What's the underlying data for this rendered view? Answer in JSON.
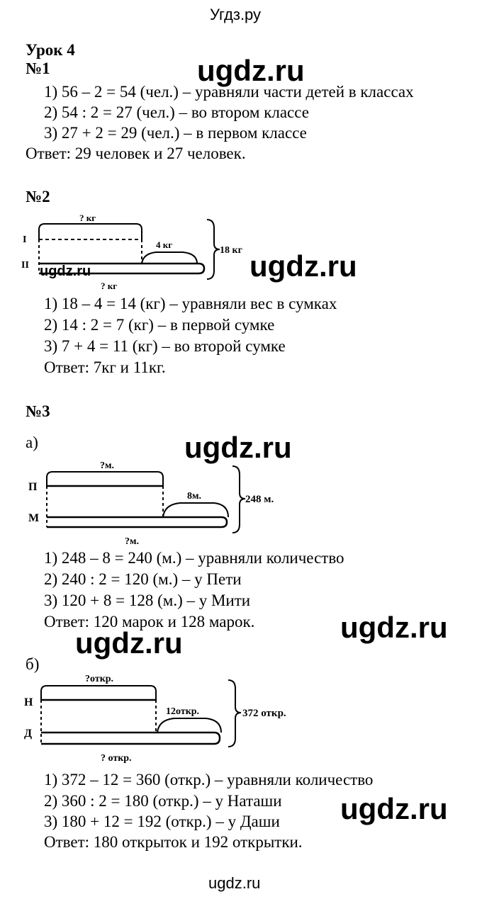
{
  "header": {
    "site": "Угдз.ру"
  },
  "footer": {
    "site": "ugdz.ru"
  },
  "lesson_title": "Урок 4",
  "watermark": "ugdz.ru",
  "task1": {
    "num": "№1",
    "lines": [
      "1) 56 – 2 = 54 (чел.) – уравняли части детей в классах",
      "2) 54 : 2 = 27 (чел.) – во втором классе",
      "3) 27 + 2 = 29 (чел.) – в первом классе"
    ],
    "answer": "Ответ: 29 человек и 27 человек."
  },
  "task2": {
    "num": "№2",
    "diagram": {
      "row1": "I",
      "row2": "II",
      "top_q": "? кг",
      "extra": "4 кг",
      "total": "18 кг",
      "bottom_q": "? кг"
    },
    "lines": [
      "1) 18 – 4 = 14 (кг) – уравняли вес в сумках",
      "2) 14 : 2 = 7 (кг) – в первой сумке",
      "3) 7 + 4 = 11 (кг) – во второй сумке"
    ],
    "answer": "Ответ: 7кг и 11кг."
  },
  "task3": {
    "num": "№3",
    "a": {
      "label": "а)",
      "diagram": {
        "row1": "П",
        "row2": "М",
        "top_q": "?м.",
        "extra": "8м.",
        "total": "248 м.",
        "bottom_q": "?м."
      },
      "lines": [
        "1) 248 – 8 = 240 (м.) – уравняли количество",
        "2) 240 : 2 = 120 (м.) – у Пети",
        "3) 120 + 8 = 128 (м.) – у Мити"
      ],
      "answer": "Ответ: 120 марок и 128 марок."
    },
    "b": {
      "label": "б)",
      "diagram": {
        "row1": "Н",
        "row2": "Д",
        "top_q": "?откр.",
        "extra": "12откр.",
        "total": "372 откр.",
        "bottom_q": "? откр."
      },
      "lines": [
        "1) 372 – 12 = 360 (откр.) – уравняли количество",
        "2) 360 : 2 = 180 (откр.) – у Наташи",
        "3) 180 + 12 = 192 (откр.) – у Даши"
      ],
      "answer": "Ответ: 180 открыток и 192 открытки."
    }
  }
}
